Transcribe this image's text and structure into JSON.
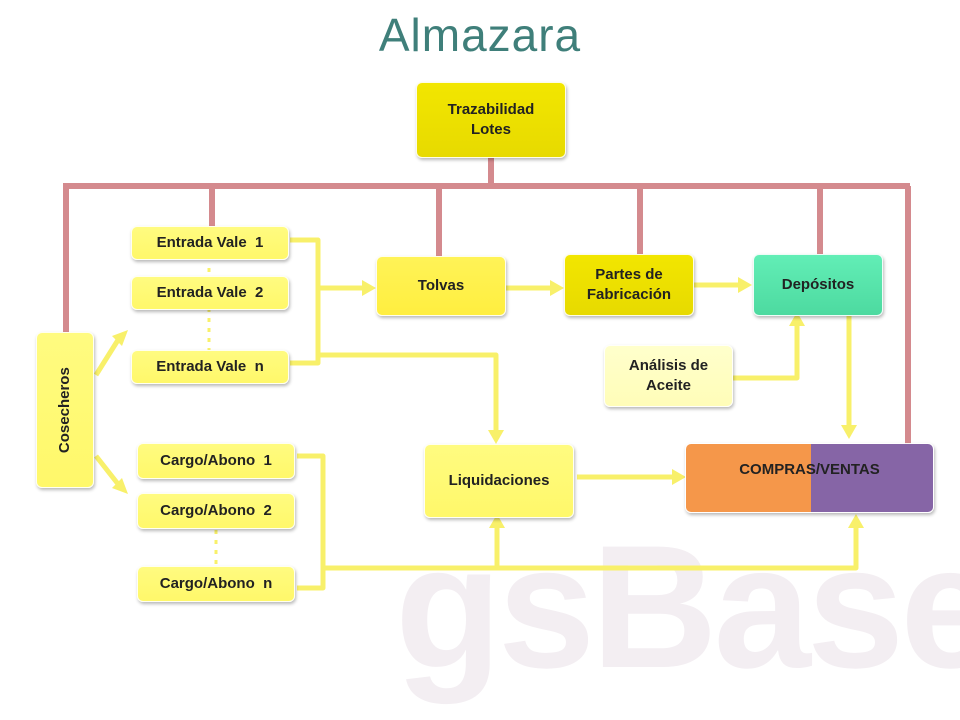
{
  "title": "Almazara",
  "watermark": "gsBase",
  "nodes": {
    "trazabilidad": "Trazabilidad\nLotes",
    "entrada_1": "Entrada Vale  1",
    "entrada_2": "Entrada Vale  2",
    "entrada_n": "Entrada Vale  n",
    "cosecheros": "Cosecheros",
    "tolvas": "Tolvas",
    "partes": "Partes de\nFabricación",
    "depositos": "Depósitos",
    "analisis": "Análisis de\nAceite",
    "liquidaciones": "Liquidaciones",
    "compras_ventas": "COMPRAS/VENTAS",
    "cargo_1": "Cargo/Abono  1",
    "cargo_2": "Cargo/Abono  2",
    "cargo_n": "Cargo/Abono  n"
  },
  "colors": {
    "bus": "#d48a8e",
    "connector": "#f8f06a",
    "compras": "#f5974a",
    "ventas": "#8665a6",
    "depositos": "#55e2a8"
  }
}
